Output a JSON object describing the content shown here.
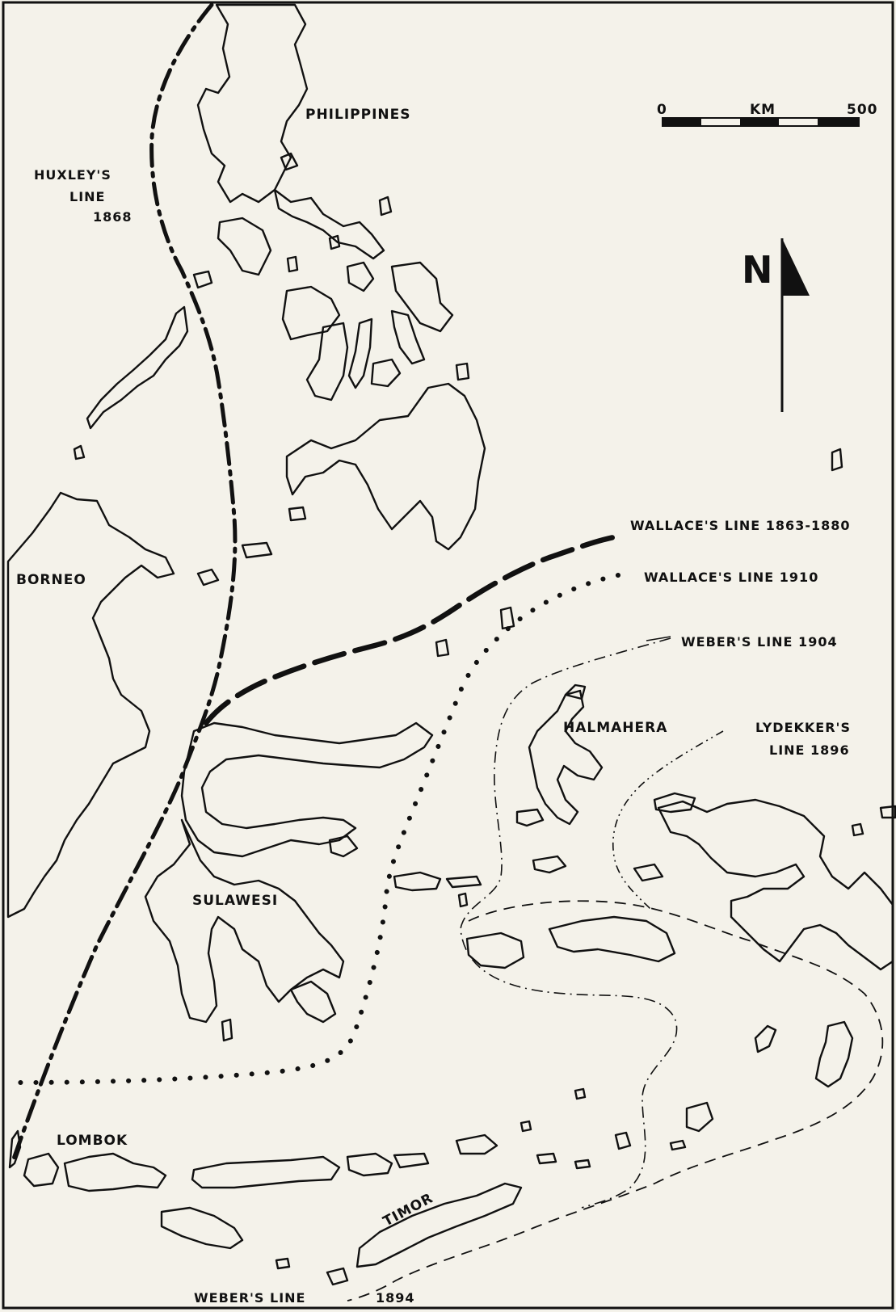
{
  "regions": {
    "philippines": "PHILIPPINES",
    "borneo": "BORNEO",
    "halmahera": "HALMAHERA",
    "sulawesi": "SULAWESI",
    "lombok": "LOMBOK",
    "timor": "TIMOR"
  },
  "lines": {
    "huxley": {
      "name": "HUXLEY'S",
      "word": "LINE",
      "year": "1868"
    },
    "wallace_1863": "WALLACE'S LINE 1863-1880",
    "wallace_1910": "WALLACE'S LINE 1910",
    "weber_1904": "WEBER'S LINE 1904",
    "lydekker": {
      "name": "LYDEKKER'S",
      "year_text": "LINE 1896"
    },
    "weber_1894": {
      "name": "WEBER'S LINE",
      "year": "1894"
    }
  },
  "scale_bar": {
    "start": "0",
    "unit": "KM",
    "end": "500"
  },
  "north_arrow": {
    "letter": "N"
  },
  "icons": {
    "north": "north-arrow-icon"
  }
}
